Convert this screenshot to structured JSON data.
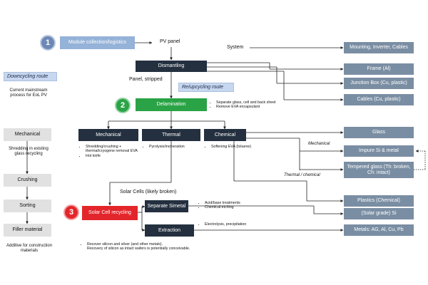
{
  "steps": {
    "step1_num": "1",
    "step2_num": "2",
    "step3_num": "3"
  },
  "boxes": {
    "module_collection": "Module collection/logistics",
    "dismantling": "Dismantling",
    "delamination": "Delamination",
    "mechanical": "Mechanical",
    "thermal": "Thermal",
    "chemical": "Chemical",
    "solar_cell_recycling": "Solar Cell recycling",
    "separate_simetal": "Separate Simetal",
    "extraction": "Extraction"
  },
  "outputs": [
    "Mounting, Inverter, Cables",
    "Frame (Al)",
    "Junction Box (Cu, plastic)",
    "Cables (Cu, plastic)",
    "Glass",
    "Impure Si & metal",
    "Tempered glass (Th: broken, Ch: intact)",
    "Plastics (Chemical)",
    "(Solar grade) Si",
    "Metals: AG, Al, Cu, Pb"
  ],
  "downcycling": {
    "route_label": "Downcycling route",
    "intro": "Current mainstream process for EoL PV",
    "steps": [
      "Mechanical",
      "Crushing",
      "Sorting",
      "Filler material"
    ],
    "shredding_note": "Shredding in existing glass recycling",
    "additive_note": "Additive for construction materials"
  },
  "labels": {
    "pv_panel": "PV panel",
    "system": "System",
    "panel_stripped": "Panel, stripped",
    "reupcycling_route": "Re/upcycling route",
    "solar_cells": "Solar Cells (likely broken)",
    "mechanical_flow": "Mechanical",
    "thermal_chemical_flow": "Thermal / chemical"
  },
  "notes": {
    "delamination": [
      "Separate glass, cell and back sheet",
      "Remove EVA encapsulant"
    ],
    "mechanical": [
      "Shredding/crushing + thermal/cryogene removal EVA",
      "Hot knife"
    ],
    "thermal": [
      "Pyrolysis/incineration"
    ],
    "chemical": [
      "Softening EVA (toluene)"
    ],
    "separate_simetal": [
      "Acid/base treatments",
      "Chemical etching"
    ],
    "extraction": [
      "Electrolysis, precipitation"
    ],
    "recovery": [
      "Recover silicon and silver (and other metals).",
      "Recovery of silicon as intact wafers is potentially conceivable."
    ]
  },
  "colors": {
    "dark": "#24303f",
    "output": "#7a8ea3",
    "light": "#e1e1e1",
    "green": "#2aa346",
    "red": "#e3262b",
    "module": "#95b2d8"
  }
}
